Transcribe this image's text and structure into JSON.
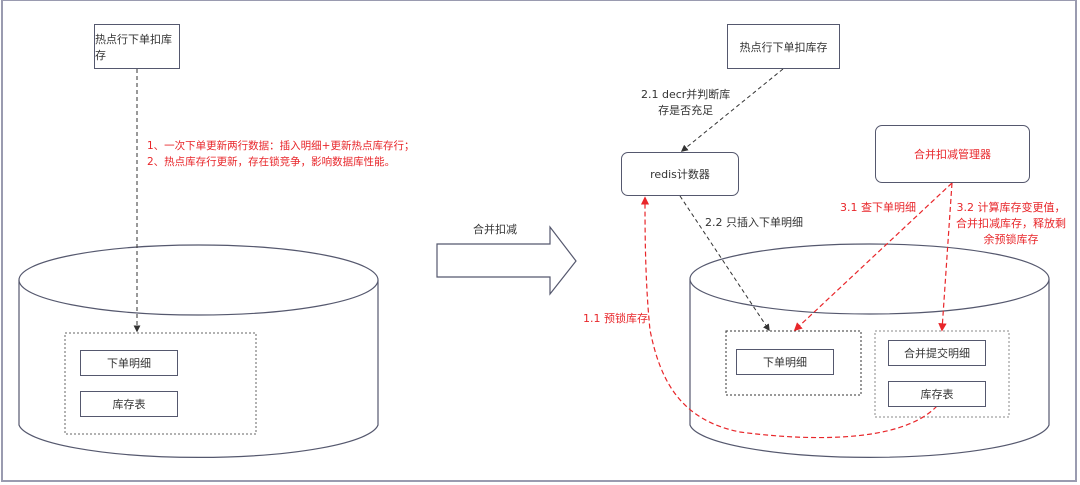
{
  "colors": {
    "stroke": "#55586e",
    "dashed_black": "#333333",
    "accent_red": "#e8262a",
    "frame": "#9a9bb0"
  },
  "left": {
    "source_box": "热点行下单扣库存",
    "annotation_lines": [
      "1、一次下单更新两行数据：插入明细+更新热点库存行；",
      "2、热点库存行更新，存在锁竞争，影响数据库性能。"
    ],
    "db_tables": [
      "下单明细",
      "库存表"
    ]
  },
  "transition": {
    "label": "合并扣减"
  },
  "right": {
    "source_box": "热点行下单扣库存",
    "redis_box": "redis计数器",
    "manager_box": "合并扣减管理器",
    "step_2_1": [
      "2.1 decr并判断库",
      "存是否充足"
    ],
    "step_2_2": "2.2 只插入下单明细",
    "step_1_1": "1.1 预锁库存",
    "step_3_1": "3.1 查下单明细",
    "step_3_2": [
      "3.2 计算库存变更值，",
      "合并扣减库存，释放剩",
      "余预锁库存"
    ],
    "db_group_a": [
      "下单明细"
    ],
    "db_group_b": [
      "合并提交明细",
      "库存表"
    ]
  }
}
